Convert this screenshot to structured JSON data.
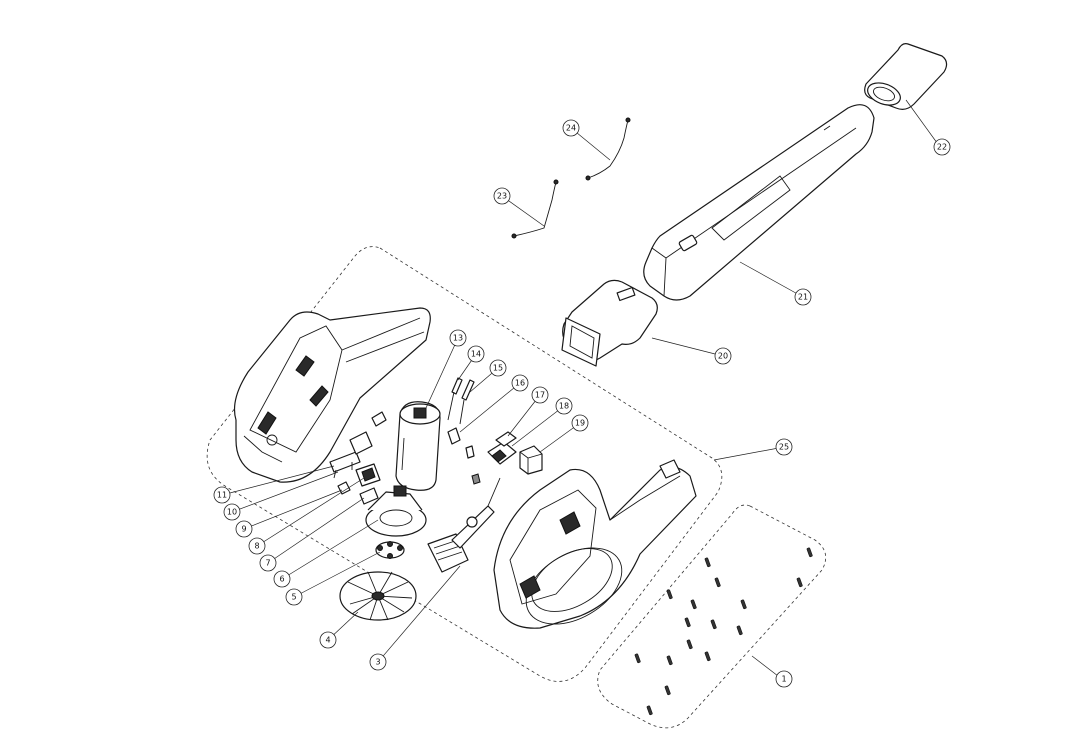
{
  "callouts": [
    {
      "id": "1",
      "label": "1"
    },
    {
      "id": "3",
      "label": "3"
    },
    {
      "id": "4",
      "label": "4"
    },
    {
      "id": "5",
      "label": "5"
    },
    {
      "id": "6",
      "label": "6"
    },
    {
      "id": "7",
      "label": "7"
    },
    {
      "id": "8",
      "label": "8"
    },
    {
      "id": "9",
      "label": "9"
    },
    {
      "id": "10",
      "label": "10"
    },
    {
      "id": "11",
      "label": "11"
    },
    {
      "id": "13",
      "label": "13"
    },
    {
      "id": "14",
      "label": "14"
    },
    {
      "id": "15",
      "label": "15"
    },
    {
      "id": "16",
      "label": "16"
    },
    {
      "id": "17",
      "label": "17"
    },
    {
      "id": "18",
      "label": "18"
    },
    {
      "id": "19",
      "label": "19"
    },
    {
      "id": "20",
      "label": "20"
    },
    {
      "id": "21",
      "label": "21"
    },
    {
      "id": "22",
      "label": "22"
    },
    {
      "id": "23",
      "label": "23"
    },
    {
      "id": "24",
      "label": "24"
    },
    {
      "id": "25",
      "label": "25"
    }
  ]
}
